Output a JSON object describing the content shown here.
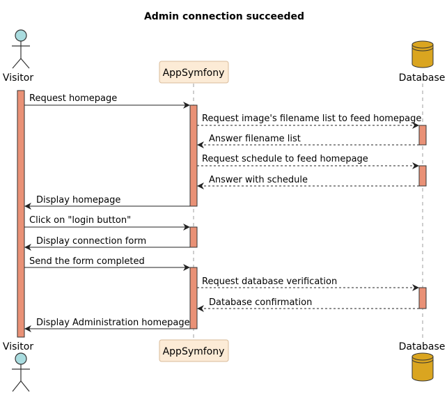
{
  "title": "Admin connection succeeded",
  "participants": {
    "visitor": "Visitor",
    "app": "AppSymfony",
    "db": "Database"
  },
  "messages": [
    "Request homepage",
    "Request image's filename list to feed homepage",
    "Answer filename list",
    "Request schedule to feed homepage",
    "Answer with schedule",
    "Display homepage",
    "Click on \"login button\"",
    "Display connection form",
    "Send the form completed",
    "Request database verification",
    "Database confirmation",
    "Display Administration homepage"
  ],
  "colors": {
    "actor_fill": "#A9DCDF",
    "participant_fill": "#FCEBD6",
    "participant_border": "#D9BB9A",
    "database_fill": "#DAA520",
    "activation_fill": "#E99176",
    "lifeline": "#9E9E9E"
  }
}
